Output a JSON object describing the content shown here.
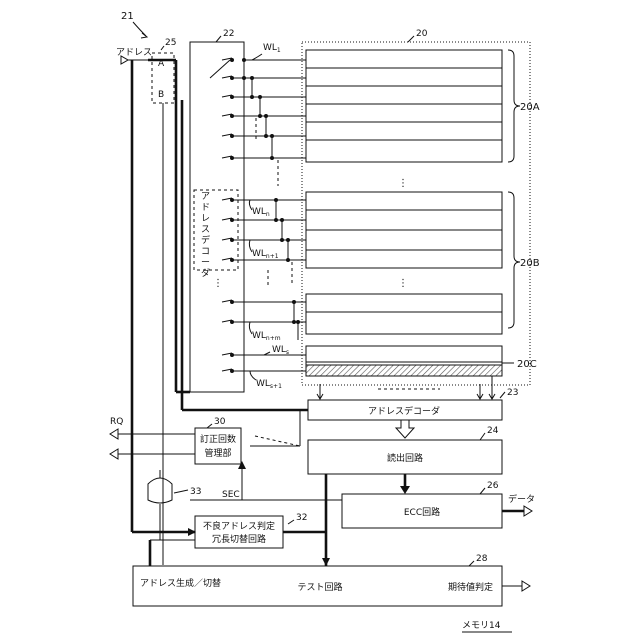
{
  "labels": {
    "fig_ref": "21",
    "address_in": "アドレス",
    "selector_ref": "25",
    "sel_a": "A",
    "sel_b": "B",
    "decoder_ref": "22",
    "array_ref": "20",
    "decoder_mid": "アドレスデコーダ",
    "wl1": "WL",
    "wl1_sub": "1",
    "wln": "WL",
    "wln_sub": "n",
    "wln1": "WL",
    "wln1_sub": "n+1",
    "wlnm": "WL",
    "wlnm_sub": "n+m",
    "wls": "WL",
    "wls_sub": "s",
    "wls1": "WL",
    "wls1_sub": "s+1",
    "region_a": "20A",
    "region_b": "20B",
    "region_c": "20C",
    "col_decoder_ref": "23",
    "col_decoder": "アドレスデコーダ",
    "counter_ref": "30",
    "counter_l1": "訂正回数",
    "counter_l2": "管理部",
    "rq": "RQ",
    "read_ref": "24",
    "read_circuit": "読出回路",
    "sec": "SEC",
    "or_ref": "33",
    "ecc_ref": "26",
    "ecc": "ECC回路",
    "data_out": "データ",
    "judge_ref": "32",
    "judge_l1": "不良アドレス判定",
    "judge_l2": "冗長切替回路",
    "test_ref": "28",
    "addr_gen": "アドレス生成／切替",
    "test_circuit": "テスト回路",
    "expected": "期待値判定",
    "memory": "メモリ14"
  }
}
